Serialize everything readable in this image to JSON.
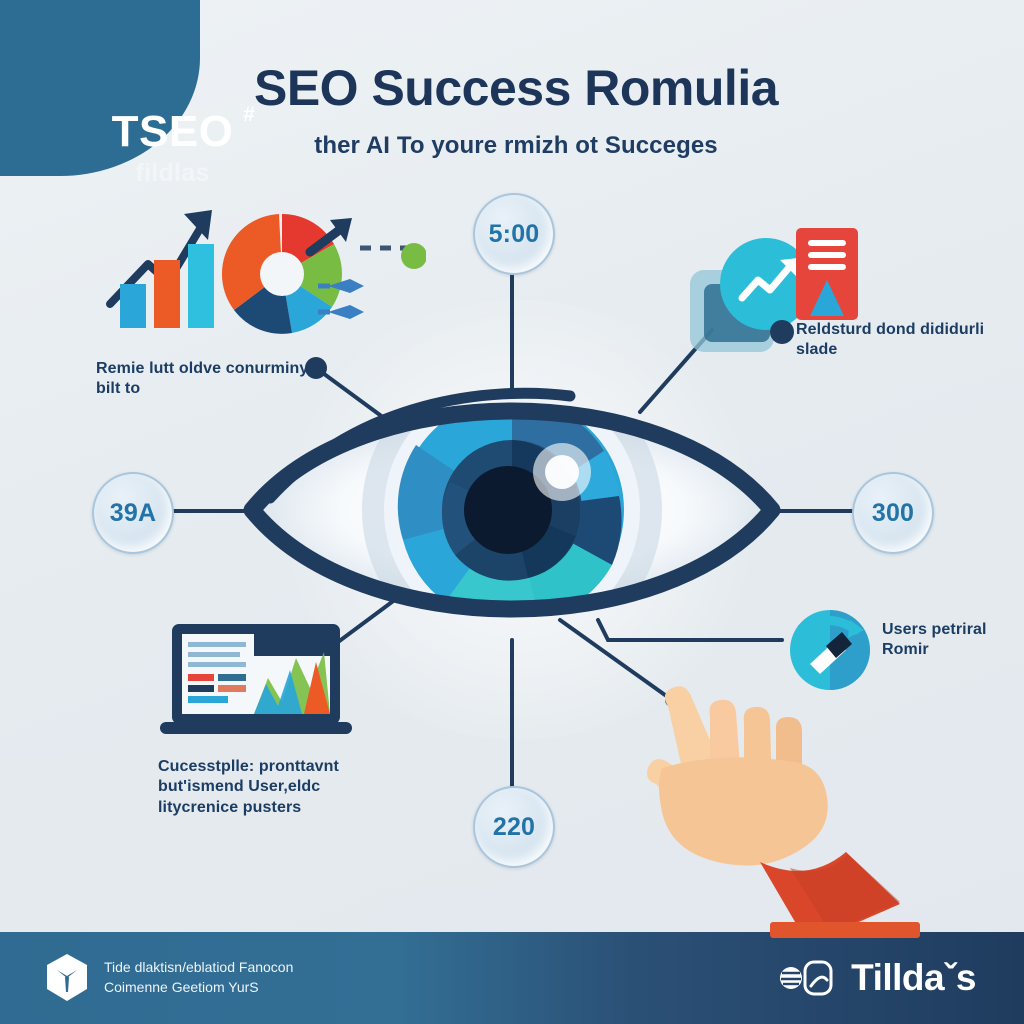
{
  "brand": {
    "logo_main": "TSEO",
    "logo_superscript": "#",
    "logo_sub": "fildlas"
  },
  "header": {
    "title": "SEO Success Romulia",
    "subtitle": "ther AI To youre rmizh ot Succeges"
  },
  "badges": [
    {
      "id": "top",
      "value": "5:00"
    },
    {
      "id": "left",
      "value": "39A"
    },
    {
      "id": "right",
      "value": "300"
    },
    {
      "id": "bottom",
      "value": "220"
    }
  ],
  "clusters": {
    "analytics": {
      "caption": "Remie lutt oldve conurminy bilt to",
      "icons": [
        "bar-chart-icon",
        "growth-arrow-icon",
        "pie-chart-icon",
        "network-nodes-icon"
      ]
    },
    "report": {
      "caption": "Reldsturd dond dididurli slade",
      "icons": [
        "document-report-icon",
        "trend-circle-icon",
        "folder-icon"
      ]
    },
    "laptop": {
      "caption": "Cucesstplle: pronttavnt but'ismend User,eldc litycrenice pusters",
      "icons": [
        "laptop-dashboard-icon"
      ]
    },
    "users": {
      "caption": "Users petriral Romir",
      "icons": [
        "users-refresh-icon"
      ]
    }
  },
  "footer": {
    "left_line1": "Tide dlaktisn/eblatiod Fanocon",
    "left_line2": "Coimenne Geetiom YurS",
    "brand": "Tilldaˇs",
    "logo_icon": "cube-logo-icon",
    "brand_icon": "tilldas-mark-icon"
  },
  "colors": {
    "background": "#e5ebef",
    "brand_blue": "#2d6d94",
    "navy": "#1c3559",
    "accent_cyan": "#29a8d4",
    "accent_orange": "#ec5b26",
    "accent_red": "#e5392f",
    "accent_green": "#79bc43",
    "badge_text": "#2173a8",
    "footer_gradient_start": "#2f6b92",
    "footer_gradient_end": "#1f3c5e",
    "skin": "#f6c18f",
    "sleeve": "#d9462a"
  }
}
